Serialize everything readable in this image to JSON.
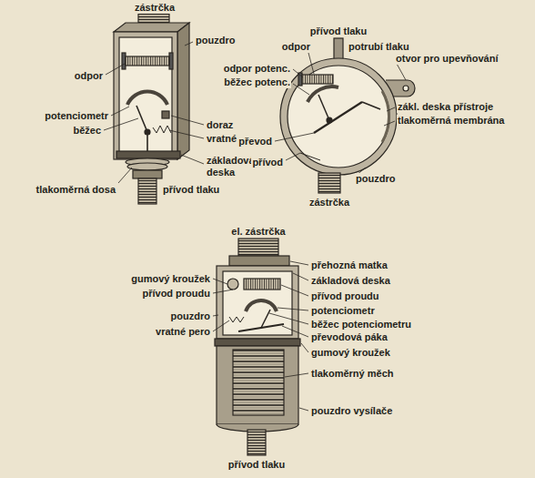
{
  "diagram": {
    "labels": [
      "zástrčka",
      "pouzdro",
      "odpor",
      "potenciometr",
      "běžec",
      "doraz",
      "vratné pero",
      "základová deska",
      "tlakoměrná dosa",
      "přívod tlaku",
      "přívod tlaku",
      "odpor",
      "potrubí tlaku",
      "otvor pro upevňování",
      "odpor potenc.",
      "běžec potenc.",
      "zákl. deska přístroje",
      "tlakoměrná membrána",
      "převod",
      "přívod",
      "pouzdro",
      "zástrčka",
      "el. zástrčka",
      "přehozná matka",
      "gumový kroužek",
      "základová deska",
      "přívod proudu",
      "přívod proudu",
      "potenciometr",
      "pouzdro",
      "běžec potenciometru",
      "vratné pero",
      "převodová páka",
      "gumový kroužek",
      "tlakoměrný měch",
      "pouzdro vysílače",
      "přívod tlaku"
    ]
  }
}
